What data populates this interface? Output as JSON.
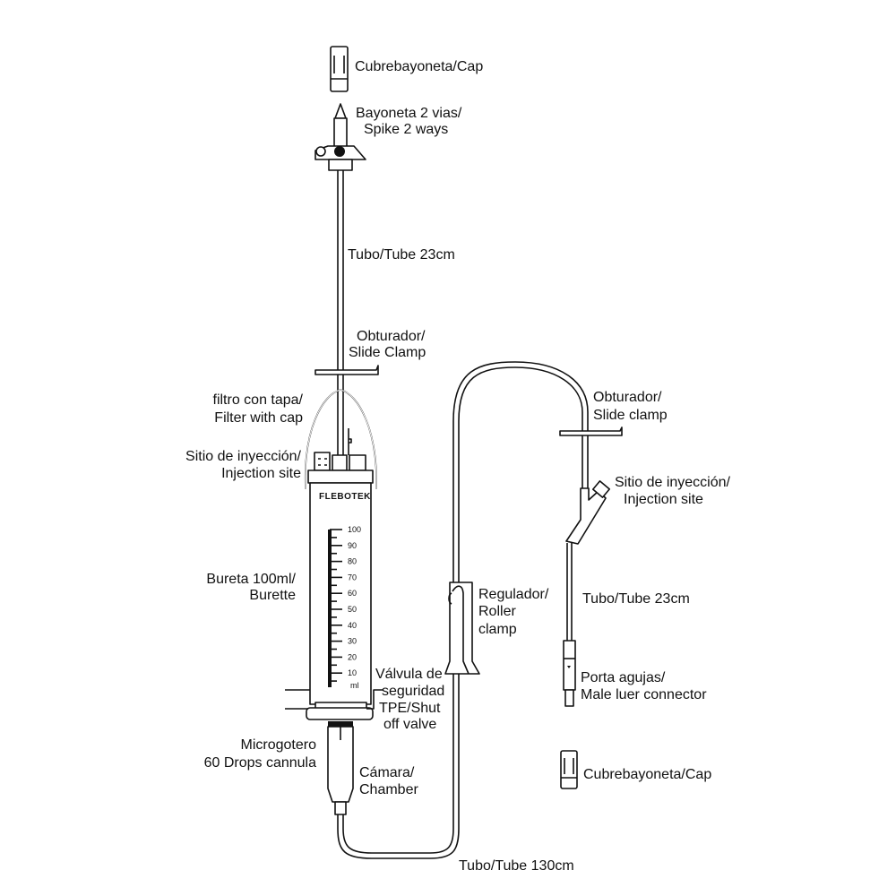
{
  "brand": "FLEBOTEK",
  "labels": {
    "cap_top": "Cubrebayoneta/Cap",
    "spike": [
      "Bayoneta 2 vias/",
      "Spike 2 ways"
    ],
    "tube_top": "Tubo/Tube 23cm",
    "slide_clamp_top": [
      "Obturador/",
      "Slide Clamp"
    ],
    "filter": [
      "filtro con tapa/",
      "Filter with cap"
    ],
    "injection_left": [
      "Sitio de inyección/",
      "Injection site"
    ],
    "burette": [
      "Bureta 100ml/",
      "Burette"
    ],
    "valve": [
      "Válvula de",
      "seguridad",
      "TPE/Shut",
      "off valve"
    ],
    "microdrip": [
      "Microgotero",
      "60 Drops cannula"
    ],
    "chamber": [
      "Cámara/",
      "Chamber"
    ],
    "tube_long": "Tubo/Tube 130cm",
    "roller": [
      "Regulador/",
      "Roller",
      "clamp"
    ],
    "slide_clamp_right": [
      "Obturador/",
      "Slide clamp"
    ],
    "injection_right": [
      "Sitio de inyección/",
      "Injection site"
    ],
    "tube_right": "Tubo/Tube 23cm",
    "luer": [
      "Porta agujas/",
      "Male luer connector"
    ],
    "cap_bottom": "Cubrebayoneta/Cap"
  },
  "scale": {
    "marks": [
      "100",
      "90",
      "80",
      "70",
      "60",
      "50",
      "40",
      "30",
      "20",
      "10"
    ],
    "unit": "ml"
  }
}
